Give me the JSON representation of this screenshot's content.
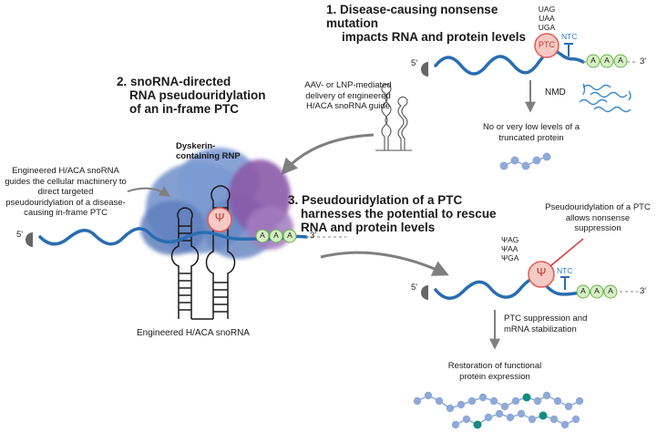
{
  "step1": {
    "title_line1": "1. Disease-causing nonsense mutation",
    "title_line2": "impacts RNA and protein levels",
    "codons": [
      "UAG",
      "UAA",
      "UGA"
    ],
    "ptc_label": "PTC",
    "ntc_label": "NTC",
    "five_prime": "5'",
    "three_prime": "3'",
    "polya": [
      "A",
      "A",
      "A"
    ],
    "nmd_label": "NMD",
    "outcome": "No or very low levels of a truncated protein"
  },
  "step2": {
    "title_line1": "2. snoRNA-directed",
    "title_line2": "RNA pseudouridylation",
    "title_line3": "of an in-frame PTC",
    "delivery": "AAV- or LNP-mediated delivery of engineered H/ACA snoRNA guide",
    "rnp_label": "Dyskerin-containing RNP",
    "side_note": "Engineered H/ACA snoRNA guides the cellular machinery to direct targeted pseudouridylation of a disease-causing in-frame PTC",
    "psi": "Ψ",
    "five_prime": "5'",
    "three_prime": "3'",
    "polya": [
      "A",
      "A",
      "A"
    ],
    "snorna_label": "Engineered H/ACA snoRNA"
  },
  "step3": {
    "title_line1": "3. Pseudouridylation of a PTC",
    "title_line2": "harnesses the potential to rescue",
    "title_line3": "RNA and protein levels",
    "codons": [
      "ΨAG",
      "ΨAA",
      "ΨGA"
    ],
    "psi": "Ψ",
    "ntc_label": "NTC",
    "five_prime": "5'",
    "three_prime": "3'",
    "polya": [
      "A",
      "A",
      "A"
    ],
    "callout": "Pseudouridylation of a PTC allows nonsense suppression",
    "suppression": "PTC suppression and mRNA stabilization",
    "restoration": "Restoration of functional protein expression"
  },
  "colors": {
    "rna": "#2a6db0",
    "ptc_fill": "#f6c9c4",
    "ptc_stroke": "#e0605a",
    "polya_fill": "#d6f0c4",
    "polya_stroke": "#6cb04a",
    "protein": "#8fa9d8",
    "protein_teal": "#138c82",
    "rnp_blue": "#6f8fc9",
    "rnp_purple": "#8a5aa8",
    "arrow": "#8c8c8c",
    "callout_line": "#e0303a"
  }
}
